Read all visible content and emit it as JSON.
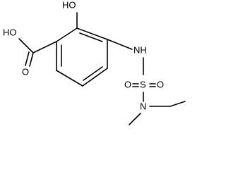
{
  "molecule": {
    "labels": {
      "hydroxyl_top": "HO",
      "carboxyl_hydroxyl": "HO",
      "carboxyl_oxygen": "O",
      "nh": "NH",
      "sulfur": "S",
      "sulfonyl_o_left": "O",
      "sulfonyl_o_right": "O",
      "nitrogen": "N"
    }
  }
}
